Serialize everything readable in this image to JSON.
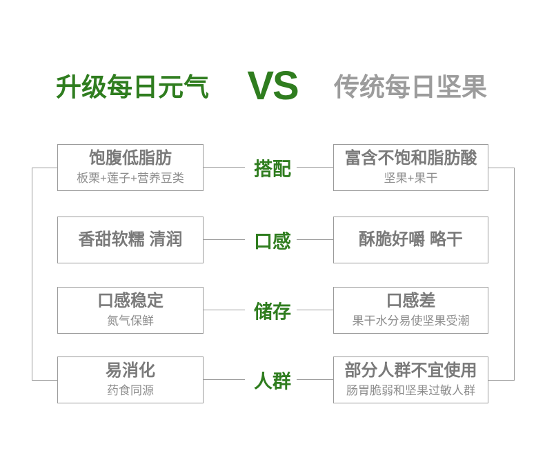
{
  "header": {
    "left_title": "升级每日元气",
    "vs": "VS",
    "right_title": "传统每日坚果"
  },
  "colors": {
    "accent_green": "#2f7d1f",
    "header_right_gray": "#9c9c9c",
    "box_border_gray": "#9b9b9b",
    "box_title_gray": "#7a7a7a",
    "box_subtitle_gray": "#8d8d8d",
    "background": "#ffffff"
  },
  "rows": [
    {
      "label": "搭配",
      "left": {
        "title": "饱腹低脂肪",
        "subtitle": "板栗+莲子+营养豆类"
      },
      "right": {
        "title": "富含不饱和脂肪酸",
        "subtitle": "坚果+果干"
      }
    },
    {
      "label": "口感",
      "left": {
        "title": "香甜软糯 清润",
        "subtitle": ""
      },
      "right": {
        "title": "酥脆好嚼 略干",
        "subtitle": ""
      }
    },
    {
      "label": "储存",
      "left": {
        "title": "口感稳定",
        "subtitle": "氮气保鲜"
      },
      "right": {
        "title": "口感差",
        "subtitle": "果干水分易使坚果受潮"
      }
    },
    {
      "label": "人群",
      "left": {
        "title": "易消化",
        "subtitle": "药食同源"
      },
      "right": {
        "title": "部分人群不宜使用",
        "subtitle": "肠胃脆弱和坚果过敏人群"
      }
    }
  ]
}
